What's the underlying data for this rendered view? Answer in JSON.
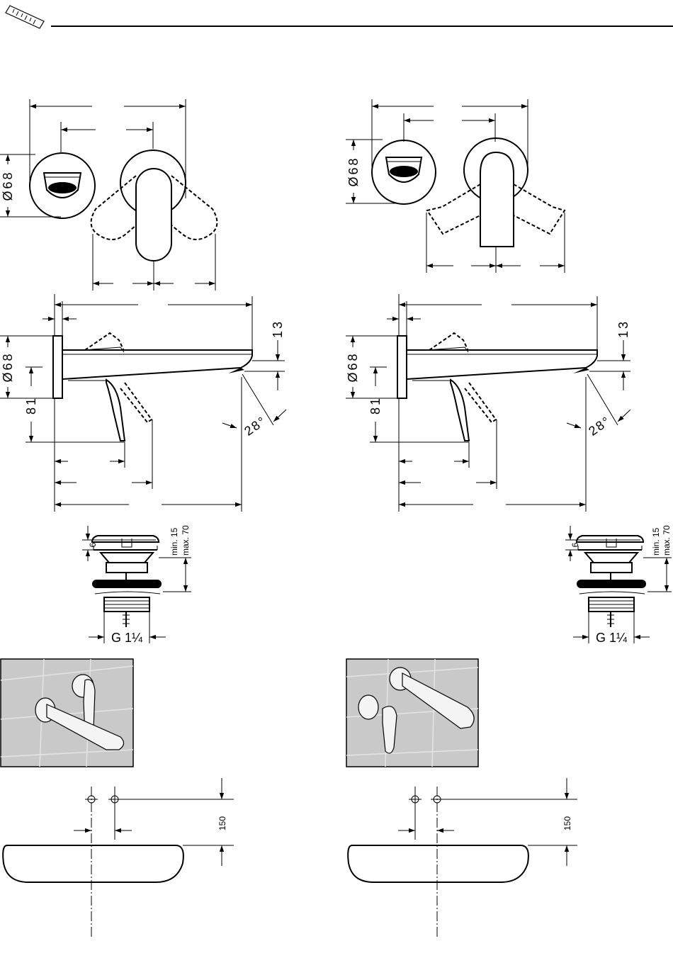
{
  "header": {
    "icon": "ruler-icon"
  },
  "left_variant": {
    "front_view": {
      "diameter_label": "Ø68"
    },
    "side_view": {
      "diameter_label": "Ø68",
      "height_label": "81",
      "spout_drop_label": "13",
      "angle_label": "28°"
    },
    "waste": {
      "thread_label": "G 1¼",
      "cap_label": "6",
      "range_min_label": "min. 15",
      "range_max_label": "max. 70"
    },
    "installation": {
      "height_label": "150"
    }
  },
  "right_variant": {
    "front_view": {
      "diameter_label": "Ø68"
    },
    "side_view": {
      "diameter_label": "Ø68",
      "height_label": "81",
      "spout_drop_label": "13",
      "angle_label": "28°"
    },
    "waste": {
      "thread_label": "G 1¼",
      "cap_label": "6",
      "range_min_label": "min. 15",
      "range_max_label": "max. 70"
    },
    "installation": {
      "height_label": "150"
    }
  },
  "colors": {
    "line": "#000000",
    "photo_background": "#c9c9c9",
    "tile_joint": "#e4e4e4"
  }
}
